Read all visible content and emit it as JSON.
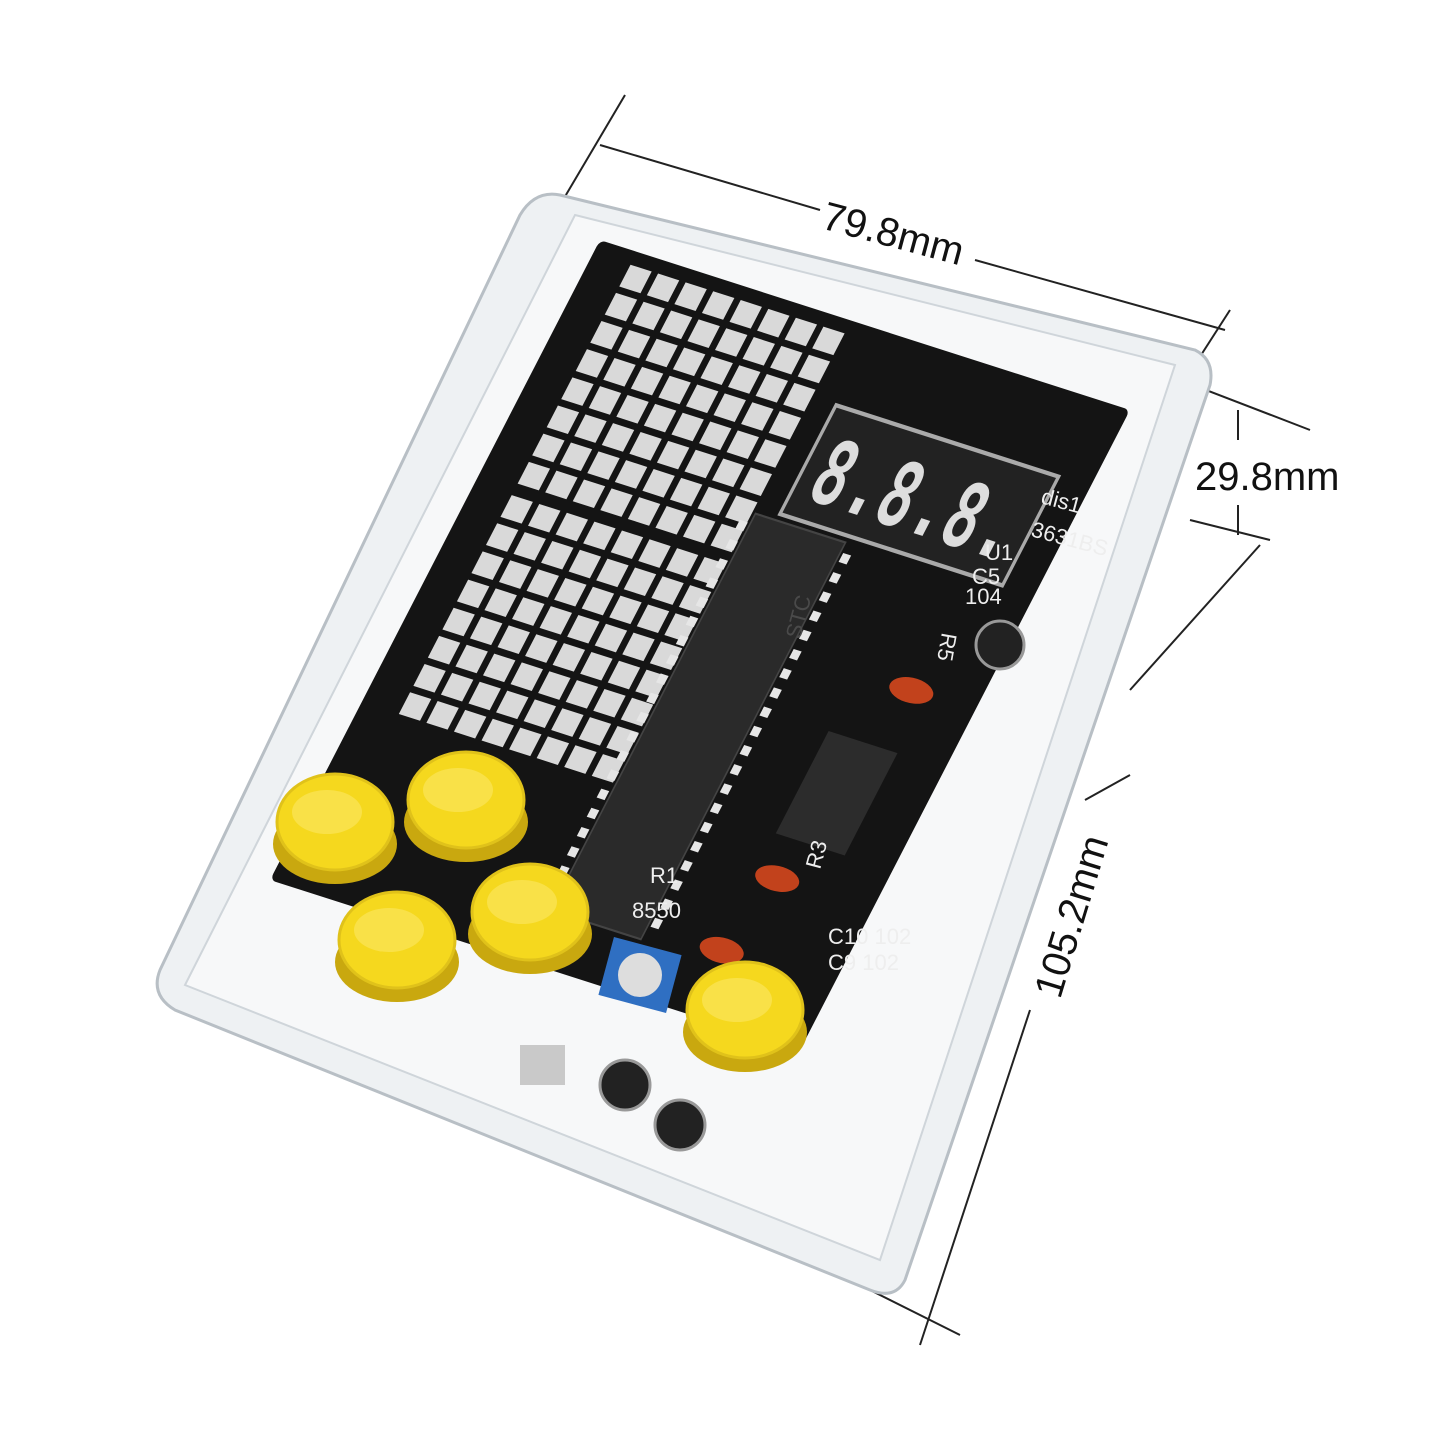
{
  "dimensions": {
    "width": "79.8mm",
    "height": "29.8mm",
    "length": "105.2mm"
  },
  "pcb_labels": {
    "display_ref": "dis1",
    "display_part": "3631BS",
    "chip_ref": "U1",
    "chip_marking": "STC",
    "cap_c5": "C5",
    "cap_c5_value": "104",
    "res_r5": "R5",
    "res_r1": "R1",
    "res_r3": "R3",
    "transistor": "8550",
    "cap_c10": "C10 102",
    "cap_c9": "C9 102"
  },
  "seven_segment_display": "8.8.8.",
  "colors": {
    "pcb": "#141414",
    "button": "#f5d81e",
    "led": "#d9d9d9",
    "case": "#e8ecef",
    "potentiometer": "#2f6fc2"
  }
}
